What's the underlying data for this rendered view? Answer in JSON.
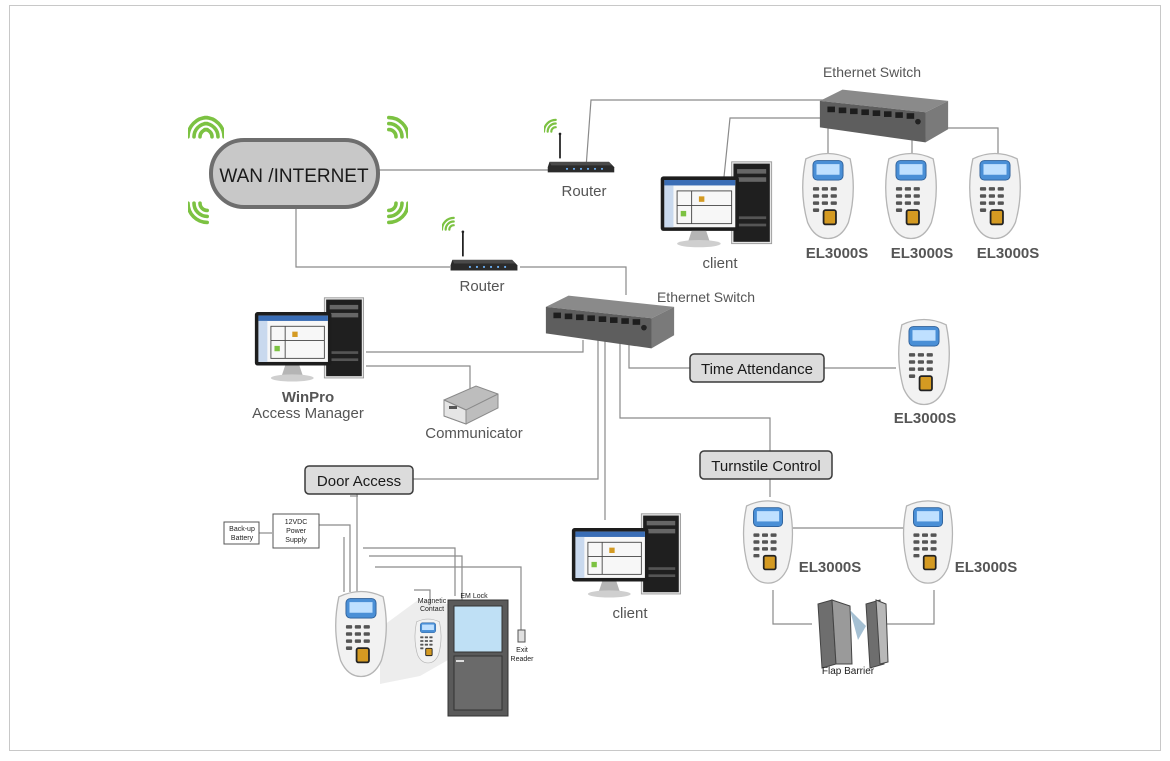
{
  "cloud": {
    "label": "WAN /INTERNET"
  },
  "routers": {
    "top_label": "Router",
    "mid_label": "Router"
  },
  "switches": {
    "top_label": "Ethernet Switch",
    "mid_label": "Ethernet Switch"
  },
  "clients": {
    "top_label": "client",
    "bottom_label": "client"
  },
  "winpro": {
    "title": "WinPro",
    "subtitle": "Access Manager"
  },
  "communicator": {
    "label": "Communicator"
  },
  "boxes": {
    "time_attendance": "Time Attendance",
    "turnstile_control": "Turnstile Control",
    "door_access": "Door Access"
  },
  "terminals": {
    "top1": "EL3000S",
    "top2": "EL3000S",
    "top3": "EL3000S",
    "time_attendance": "EL3000S",
    "turnstile_left": "EL3000S",
    "turnstile_right": "EL3000S"
  },
  "door": {
    "battery_line1": "Back-up",
    "battery_line2": "Battery",
    "psu_line1": "12VDC",
    "psu_line2": "Power",
    "psu_line3": "Supply",
    "magnetic_line1": "Magnetic",
    "magnetic_line2": "Contact",
    "em_lock": "EM Lock",
    "exit_line1": "Exit",
    "exit_line2": "Reader"
  },
  "flap_barrier": {
    "label": "Flap Barrier"
  },
  "colors": {
    "wifi_green": "#7cc242",
    "box_fill": "#dcdcdc",
    "line_gray": "#8a8a8a",
    "text_gray": "#555555"
  }
}
